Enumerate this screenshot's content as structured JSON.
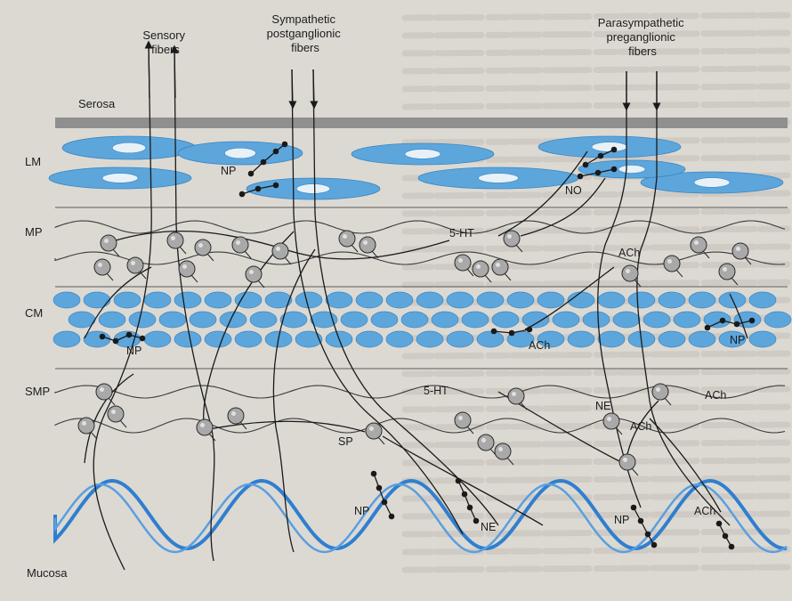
{
  "top_labels": {
    "sensory": [
      "Sensory",
      "fibers"
    ],
    "sympathetic": [
      "Sympathetic",
      "postganglionic",
      "fibers"
    ],
    "parasympathetic": [
      "Parasympathetic",
      "preganglionic",
      "fibers"
    ]
  },
  "layers": {
    "serosa": "Serosa",
    "lm": "LM",
    "mp": "MP",
    "cm": "CM",
    "smp": "SMP",
    "mucosa": "Mucosa"
  },
  "transmitters": {
    "np": "NP",
    "no": "NO",
    "ht5": "5-HT",
    "ach": "ACh",
    "sp": "SP",
    "ne": "NE"
  },
  "colors": {
    "smooth_muscle": "#5da6dc",
    "mucosa_wave": "#2f7fcf",
    "serosa_band": "#8f8f8f",
    "neuron_fill": "#a9a9a9",
    "lines": "#1a1a1a"
  }
}
